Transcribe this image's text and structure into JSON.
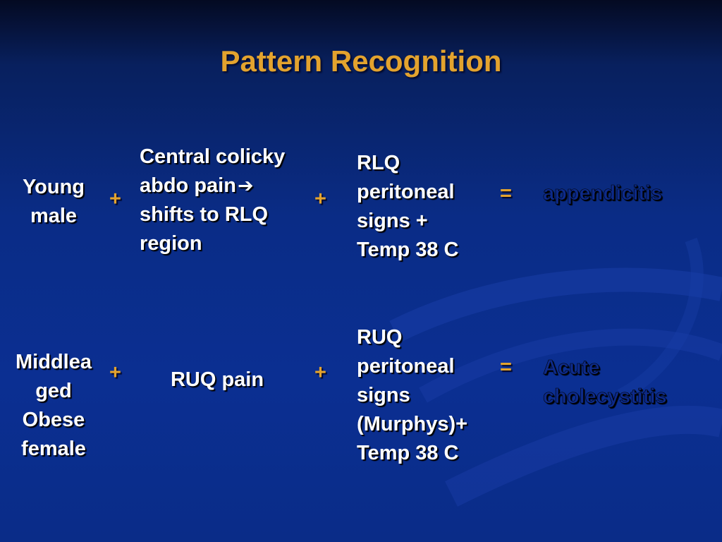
{
  "slide": {
    "title": "Pattern Recognition",
    "rows": [
      {
        "who": [
          "Young",
          "male"
        ],
        "op1": "+",
        "symptom": [
          "Central colicky",
          "abdo pain",
          "shifts to RLQ",
          "region"
        ],
        "symptom_arrow": "➔",
        "op2": "+",
        "signs": [
          "RLQ",
          "peritoneal",
          "signs +",
          "Temp 38 C"
        ],
        "eq": "=",
        "diagnosis": [
          "appendicitis"
        ]
      },
      {
        "who": [
          "Middlea",
          "ged",
          "Obese",
          "female"
        ],
        "op1": "+",
        "symptom": [
          "RUQ pain"
        ],
        "op2": "+",
        "signs": [
          "RUQ",
          "peritoneal",
          "signs",
          "(Murphys)+",
          "Temp 38 C"
        ],
        "eq": "=",
        "diagnosis": [
          "Acute",
          "cholecystitis"
        ]
      }
    ]
  },
  "colors": {
    "title": "#e3a32e",
    "operator": "#e3a32e",
    "text": "#ffffff",
    "result": "#0d2a8a"
  }
}
